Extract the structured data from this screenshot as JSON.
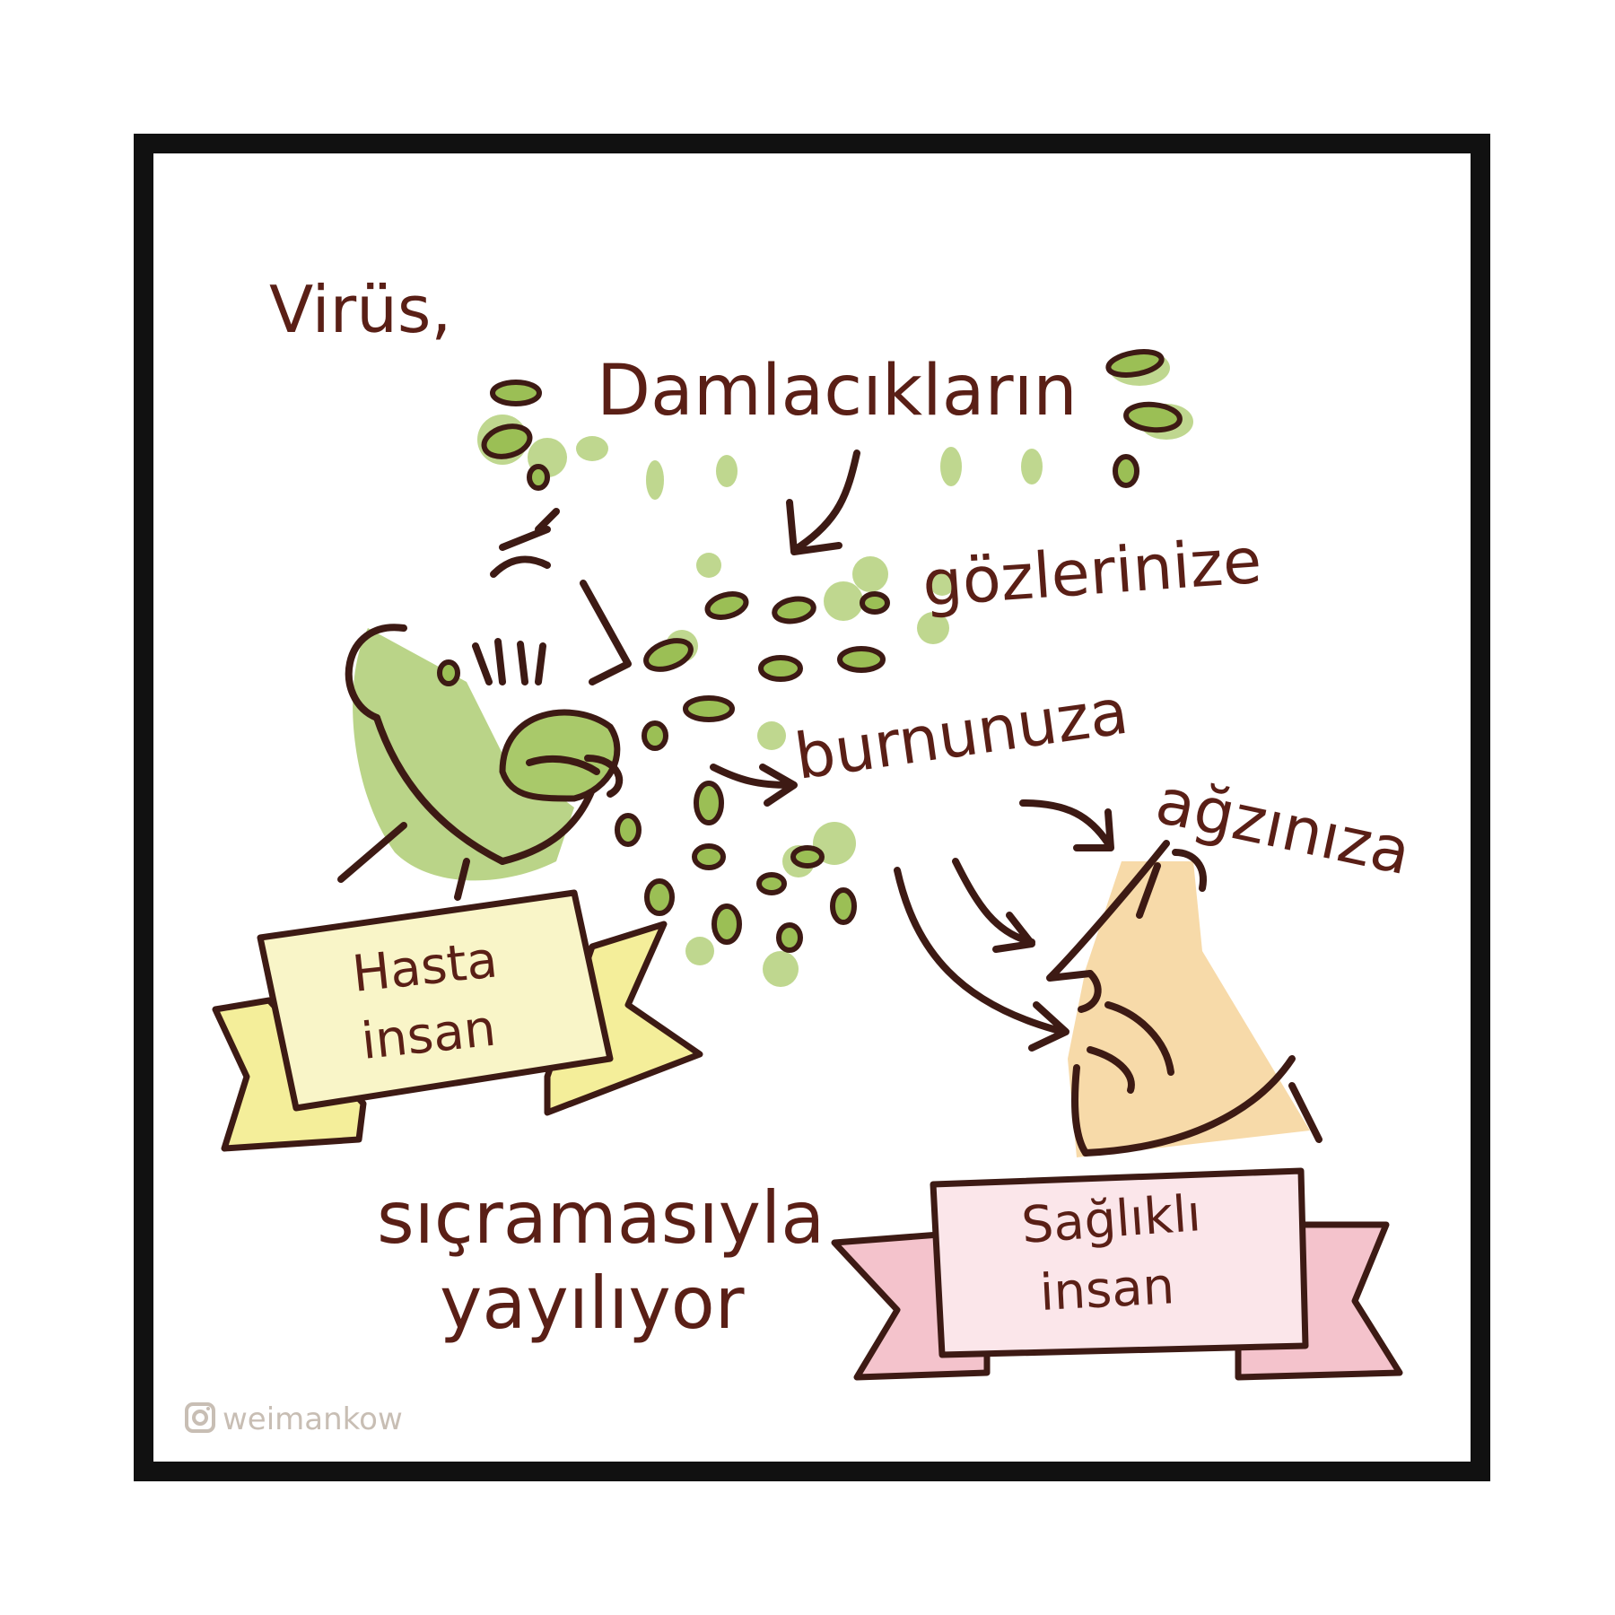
{
  "text": {
    "virus": "Virüs,",
    "droplets": "Damlacıkların",
    "eyes": "gözlerinize",
    "nose": "burnunuza",
    "mouth": "ağzınıza",
    "spread_line1": "sıçramasıyla",
    "spread_line2": "yayılıyor",
    "sick_line1": "Hasta",
    "sick_line2": "insan",
    "healthy_line1": "Sağlıklı",
    "healthy_line2": "insan",
    "watermark": "weimankow"
  },
  "icons": {
    "watermark_icon": "instagram-icon"
  },
  "colors": {
    "frame": "#111111",
    "ink": "#3d1a14",
    "text": "#5a1f16",
    "droplet_green": "#9bbf55",
    "sick_banner": "#f4ee9a",
    "healthy_banner": "#f4c3cc",
    "healthy_skin": "#f6d39a",
    "sick_skin": "#a9c96a"
  }
}
